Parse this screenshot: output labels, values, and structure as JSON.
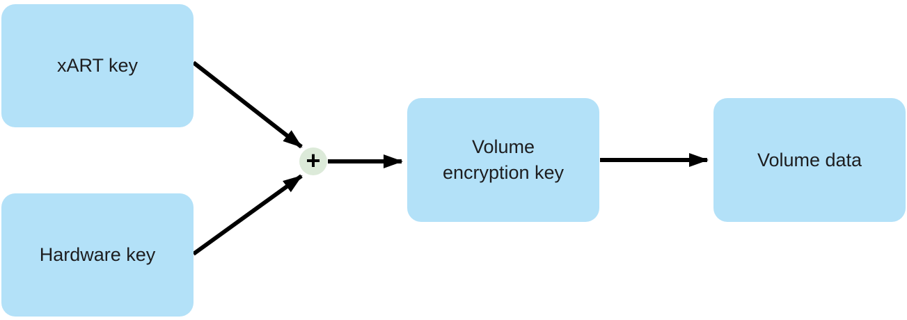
{
  "diagram": {
    "nodes": [
      {
        "id": "xart-key",
        "label": "xART key"
      },
      {
        "id": "hardware-key",
        "label": "Hardware key"
      },
      {
        "id": "volume-encryption-key",
        "label": "Volume encryption key"
      },
      {
        "id": "volume-data",
        "label": "Volume data"
      }
    ],
    "combiner": {
      "symbol": "+"
    },
    "edges": [
      {
        "from": "xart-key",
        "to": "combiner"
      },
      {
        "from": "hardware-key",
        "to": "combiner"
      },
      {
        "from": "combiner",
        "to": "volume-encryption-key"
      },
      {
        "from": "volume-encryption-key",
        "to": "volume-data"
      }
    ],
    "colors": {
      "node_fill": "#b3e1f8",
      "combiner_fill": "#dcead9",
      "arrow": "#000000",
      "text": "#1d1d1f",
      "background": "#ffffff"
    }
  }
}
